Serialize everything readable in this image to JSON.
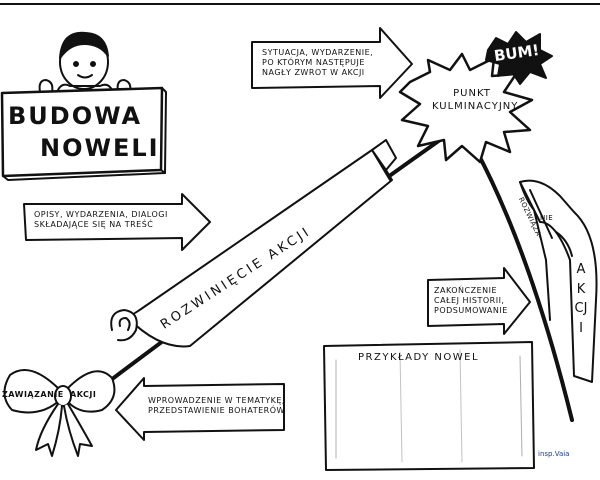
{
  "title": {
    "line1": "BUDOWA",
    "line2": "NOWELI"
  },
  "callouts": {
    "turn": [
      "SYTUACJA, WYDARZENIE,",
      "PO KTÓRYM NASTĘPUJE",
      "NAGŁY ZWROT W AKCJI"
    ],
    "climax": [
      "PUNKT",
      "KULMINACYJNY"
    ],
    "bum": "BUM!",
    "development_desc": [
      "OPISY, WYDARZENIA, DIALOGI",
      "SKŁADAJĄCE SIĘ NA TREŚĆ"
    ],
    "development": "ROZWINIĘCIE AKCJI",
    "exposition_desc": [
      "WPROWADZENIE W TEMATYKĘ,",
      "PRZEDSTAWIENIE BOHATERÓW"
    ],
    "exposition": {
      "part1": "ZAWIĄZANIE",
      "part2": "AKCJI"
    },
    "ending_desc": [
      "ZAKOŃCZENIE",
      "CAŁEJ HISTORII,",
      "PODSUMOWANIE"
    ],
    "resolution": {
      "part1": "ROZWIĄZA-",
      "part2": "NIE",
      "part3": "AKCJI"
    }
  },
  "examples_box": {
    "title": "PRZYKŁADY NOWEL"
  },
  "signature": "insp.Vaia"
}
